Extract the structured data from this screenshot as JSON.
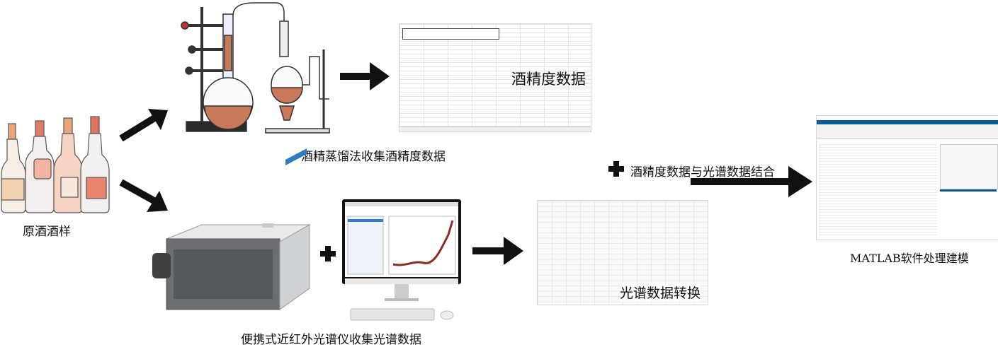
{
  "nodes": {
    "sample": {
      "label": "原酒酒样"
    },
    "distillation": {
      "label": "酒精蒸馏法收集酒精度数据"
    },
    "alcohol_data": {
      "label": "酒精度数据"
    },
    "nir": {
      "label": "便携式近红外光谱仪收集光谱数据"
    },
    "spectral_conversion": {
      "label": "光谱数据转换"
    },
    "combine": {
      "label": "酒精度数据与光谱数据结合"
    },
    "matlab": {
      "label": "MATLAB软件处理建模"
    }
  },
  "colors": {
    "arrow": "#111111",
    "liquid": "#c8795a",
    "matlab_blue": "#0c5a96",
    "device": "#6c6f72"
  }
}
